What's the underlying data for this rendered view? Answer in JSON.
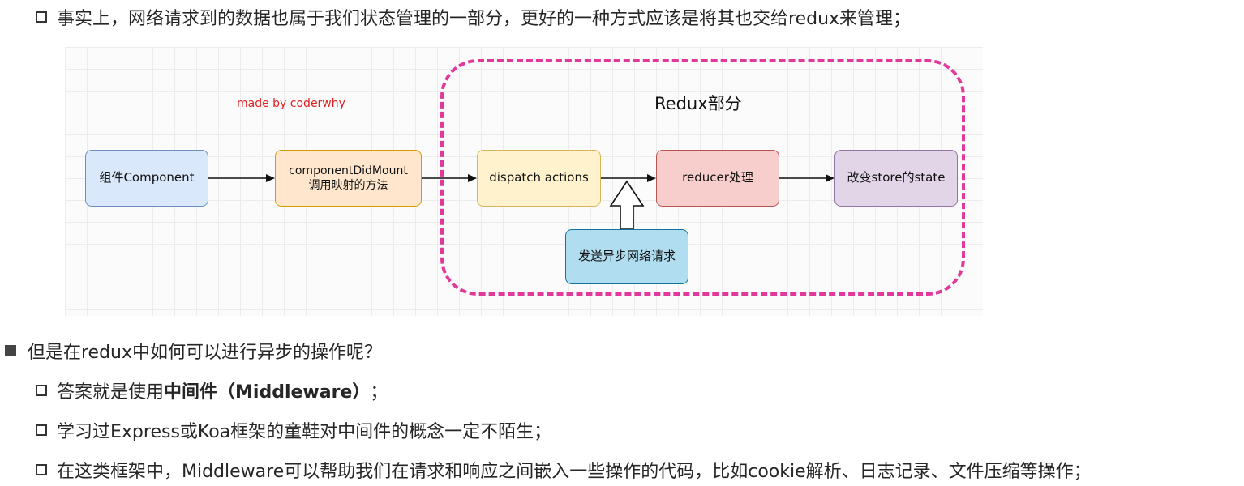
{
  "lines": {
    "line1": "事实上，网络请求到的数据也属于我们状态管理的一部分，更好的一种方式应该是将其也交给redux来管理；",
    "line2": "但是在redux中如何可以进行异步的操作呢？",
    "line3_pre": "答案就是使用",
    "line3_bold": "中间件（Middleware）",
    "line3_post": "；",
    "line4": "学习过Express或Koa框架的童鞋对中间件的概念一定不陌生；",
    "line5": "在这类框架中，Middleware可以帮助我们在请求和响应之间嵌入一些操作的代码，比如cookie解析、日志记录、文件压缩等操作；"
  },
  "diagram": {
    "credit": "made by coderwhy",
    "region_title": "Redux部分",
    "nodes": {
      "component": "组件Component",
      "did_mount_1": "componentDidMount",
      "did_mount_2": "调用映射的方法",
      "dispatch": "dispatch actions",
      "reducer": "reducer处理",
      "store": "改变store的state",
      "async_request": "发送异步网络请求"
    },
    "colors": {
      "region_border": "#e0399b",
      "credit_text": "#e02020",
      "component_fill": "#dae8fc",
      "did_mount_fill": "#ffe6cc",
      "dispatch_fill": "#fff2cc",
      "reducer_fill": "#f8cecc",
      "store_fill": "#e1d5e7",
      "async_fill": "#b1ddf0"
    }
  }
}
